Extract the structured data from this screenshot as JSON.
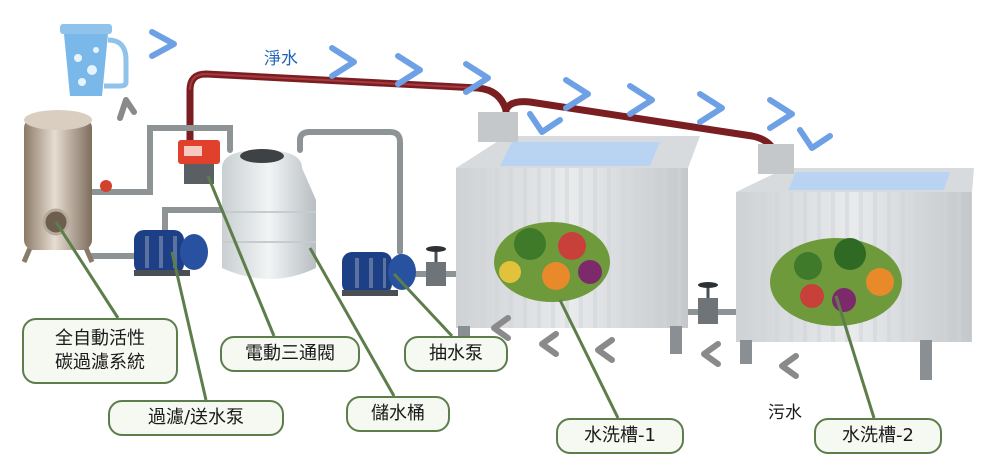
{
  "labels": {
    "carbon_filter": "全自動活性\n碳過濾系統",
    "filter_pump": "過濾/送水泵",
    "three_way_valve": "電動三通閥",
    "storage_tank": "儲水桶",
    "suction_pump": "抽水泵",
    "wash_tank_1": "水洗槽-1",
    "wash_tank_2": "水洗槽-2",
    "clean_water": "淨水",
    "waste_water": "污水"
  },
  "colors": {
    "clean_pipe": "#7a1e22",
    "gray_pipe": "#8e9396",
    "clean_arrow": "#6ea0e6",
    "waste_arrow": "#8a8a8a",
    "label_border": "#5d7d4a",
    "pump": "#1d3f86",
    "valve_red": "#e0402c",
    "clean_text": "#1e63b5"
  },
  "icons": [
    "water-purifier-icon",
    "flow-arrow-icon",
    "pump-icon",
    "valve-icon"
  ]
}
